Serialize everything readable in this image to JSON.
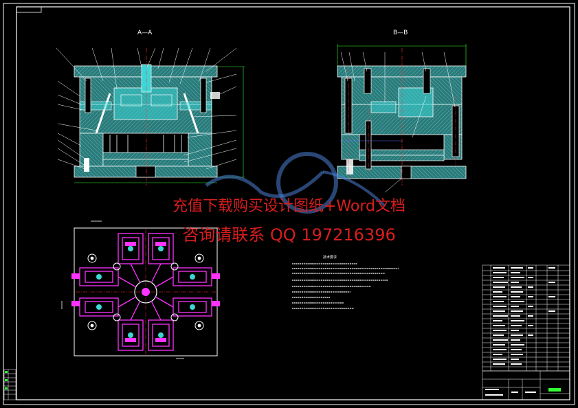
{
  "drawing": {
    "section_a_label": "A—A",
    "section_b_label": "B—B",
    "notes_title": "技术要求"
  },
  "watermark": {
    "line1": "充值下载购买设计图纸+Word文档",
    "line2": "咨询请联系  QQ 197216396"
  },
  "colors": {
    "background": "#000000",
    "frame": "#ffffff",
    "plate_fill": "#2f8f8f",
    "cavity": "#3dd6d6",
    "slide": "#ff33ff",
    "dim_line": "#33ff33",
    "center_line": "#ff3333",
    "leader": "#ffffff",
    "watermark": "#d81e1e"
  }
}
